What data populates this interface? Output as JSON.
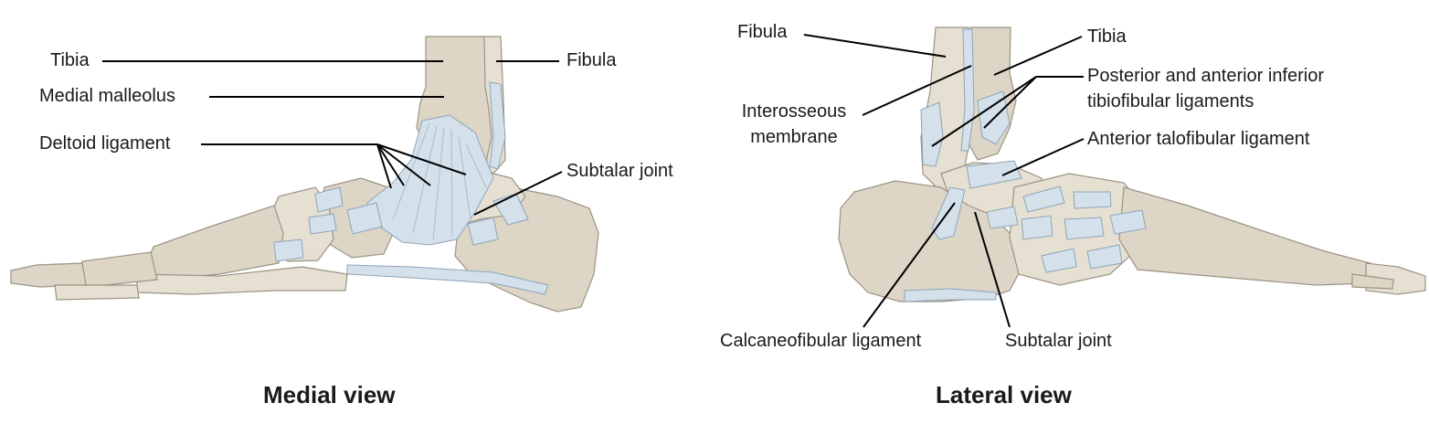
{
  "medial": {
    "caption": "Medial view",
    "labels": {
      "tibia": "Tibia",
      "fibula": "Fibula",
      "medial_malleolus": "Medial malleolus",
      "deltoid_ligament": "Deltoid ligament",
      "subtalar_joint": "Subtalar joint"
    }
  },
  "lateral": {
    "caption": "Lateral view",
    "labels": {
      "fibula": "Fibula",
      "tibia": "Tibia",
      "interosseous_line1": "Interosseous",
      "interosseous_line2": "membrane",
      "tibiofibular_line1": "Posterior and anterior inferior",
      "tibiofibular_line2": "tibiofibular ligaments",
      "anterior_talofibular": "Anterior talofibular ligament",
      "calcaneofibular": "Calcaneofibular ligament",
      "subtalar_joint": "Subtalar joint"
    }
  },
  "colors": {
    "bone": "#ddd6c6",
    "ligament": "#d4e0ea",
    "leader_line": "#000000"
  }
}
